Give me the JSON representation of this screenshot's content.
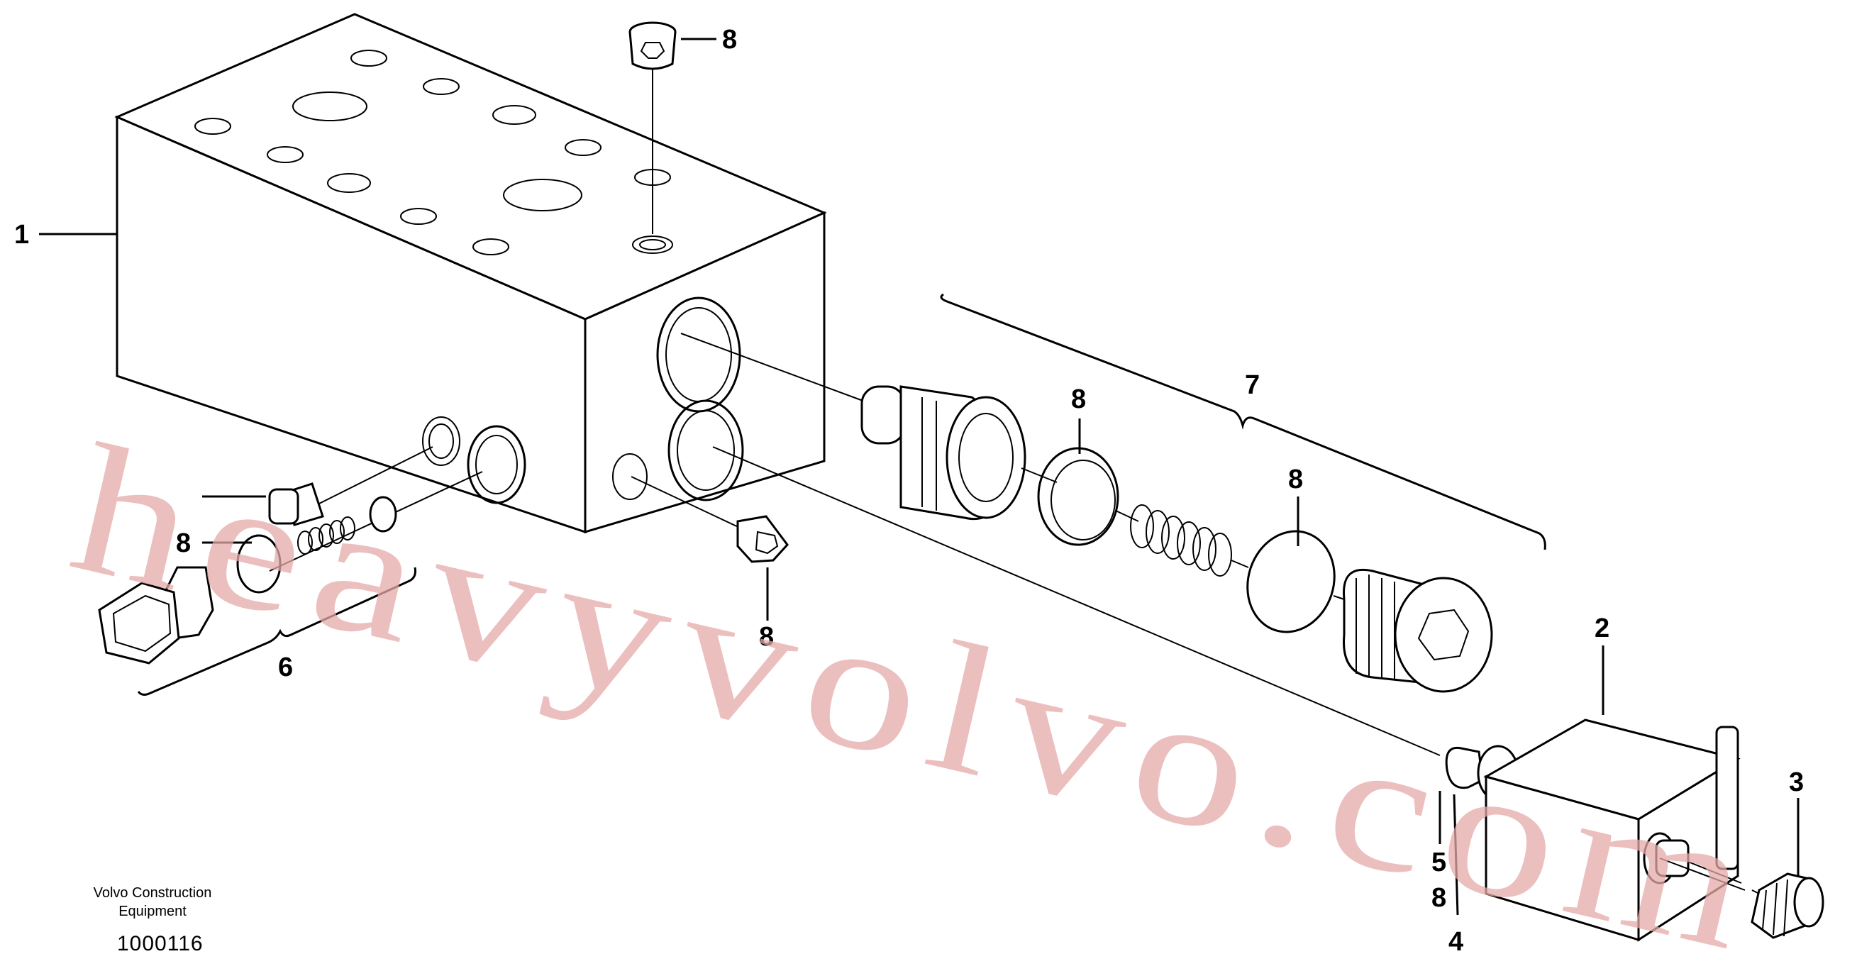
{
  "diagram": {
    "callouts": {
      "c1": "1",
      "c2": "2",
      "c3": "3",
      "c4": "4",
      "c5": "5",
      "c6": "6",
      "c7": "7",
      "c8_top": "8",
      "c8_seal": "8",
      "c8_oring": "8",
      "c8_left": "8",
      "c8_plug": "8",
      "c8_small": "8"
    }
  },
  "footer": {
    "manufacturer_line1": "Volvo Construction",
    "manufacturer_line2": "Equipment",
    "part_number": "1000116"
  },
  "watermark": {
    "text": "heavyvolvo.com"
  }
}
